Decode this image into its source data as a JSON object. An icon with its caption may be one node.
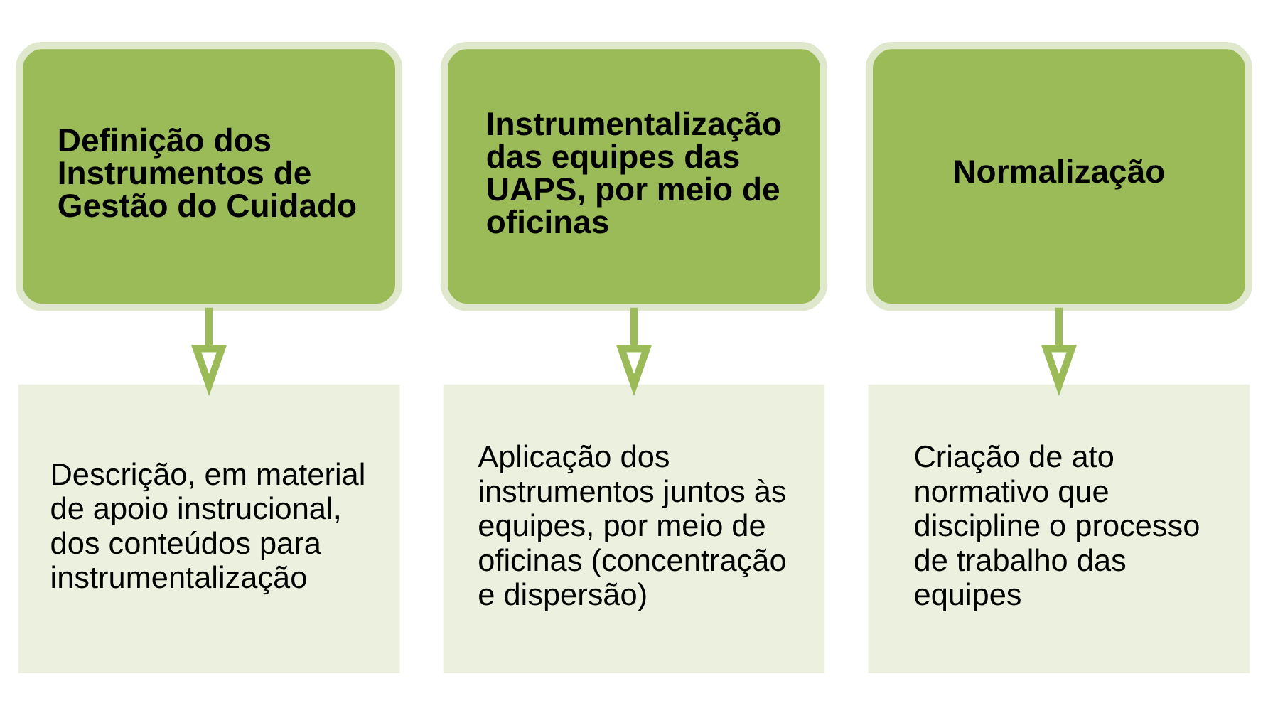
{
  "diagram": {
    "nodes": [
      {
        "text": [
          "Definição dos Instrumentos de Gestão do Cuidado"
        ]
      },
      {
        "text": [
          "Instrumentalização das equipes das UAPS, por meio de oficinas"
        ]
      },
      {
        "text": [
          "Normalização"
        ]
      },
      {
        "text": [
          "Descrição, em material de apoio instrucional, dos conteúdos para instrumentalização"
        ]
      },
      {
        "text": [
          "Aplicação dos instrumentos juntos às equipes, por meio de oficinas (concentração e dispersão)"
        ]
      },
      {
        "text": [
          "Criação de ato normativo que discipline o processo de trabalho das equipes"
        ]
      }
    ],
    "edges": [
      {
        "from": 0,
        "to": 3,
        "arrow": "to"
      },
      {
        "from": 1,
        "to": 4,
        "arrow": "to"
      },
      {
        "from": 2,
        "to": 5,
        "arrow": "to"
      }
    ]
  }
}
